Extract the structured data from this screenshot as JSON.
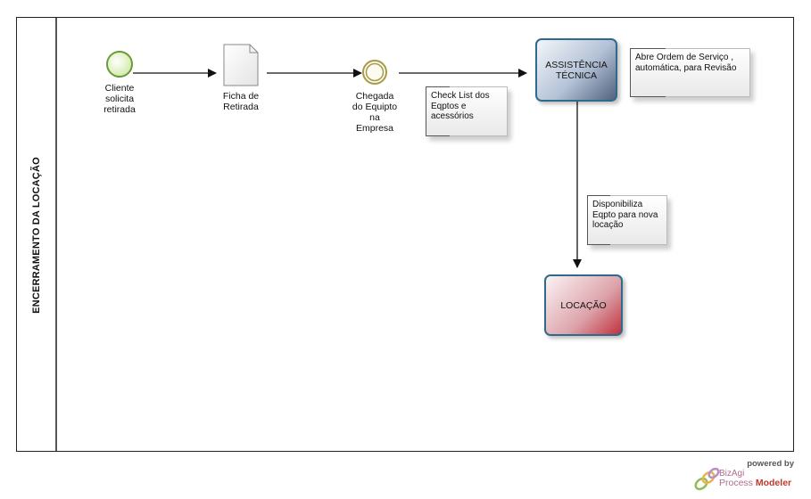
{
  "pool": {
    "lane_title": "ENCERRAMENTO DA LOCAÇÃO"
  },
  "elements": {
    "start_event": {
      "label_lines": [
        "Cliente",
        "solicita",
        "retirada"
      ]
    },
    "document": {
      "label_lines": [
        "Ficha de",
        "Retirada"
      ]
    },
    "intermediate_event": {
      "label_lines": [
        "Chegada",
        "do Equipto",
        "na",
        "Empresa"
      ]
    },
    "task_assistencia": {
      "label_lines": [
        "ASSISTÊNCIA",
        "TÉCNICA"
      ]
    },
    "task_locacao": {
      "label": "LOCAÇÃO"
    }
  },
  "annotations": {
    "checklist": {
      "lines": [
        "Check List dos",
        "Eqptos e",
        "acessórios"
      ]
    },
    "ordem_servico": {
      "lines": [
        "Abre Ordem de Serviço ,",
        "automática, para Revisão"
      ]
    },
    "disponibiliza": {
      "lines": [
        "Disponibiliza",
        "Eqpto para nova",
        "locação"
      ]
    }
  },
  "colors": {
    "start_fill": "#e6f5c3",
    "start_stroke": "#6a9a3a",
    "intermediate_stroke": "#a89a4a",
    "task_border": "#2e6a8c"
  },
  "branding": {
    "powered_by": "powered by",
    "line1": "BizAgi",
    "line2_a": "Process ",
    "line2_b": "Modeler"
  }
}
